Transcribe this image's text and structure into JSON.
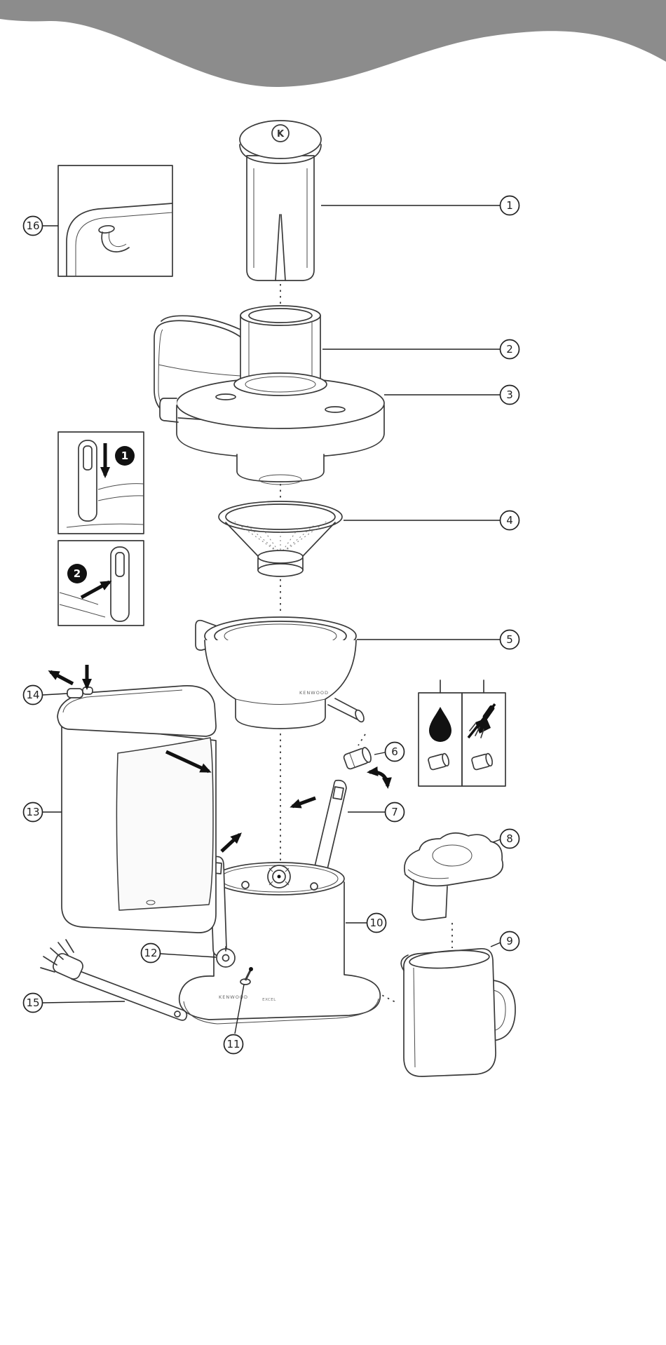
{
  "page": {
    "background": "#ffffff",
    "wave_color": "#8c8c8c",
    "line_color": "#3a3a3a"
  },
  "brand": {
    "logo_letter": "K",
    "name": "KENWOOD",
    "model": "EXCEL"
  },
  "callouts": [
    {
      "n": "1"
    },
    {
      "n": "2"
    },
    {
      "n": "3"
    },
    {
      "n": "4"
    },
    {
      "n": "5"
    },
    {
      "n": "6"
    },
    {
      "n": "7"
    },
    {
      "n": "8"
    },
    {
      "n": "9"
    },
    {
      "n": "10"
    },
    {
      "n": "11"
    },
    {
      "n": "12"
    },
    {
      "n": "13"
    },
    {
      "n": "14"
    },
    {
      "n": "15"
    },
    {
      "n": "16"
    }
  ],
  "steps": [
    {
      "n": "1"
    },
    {
      "n": "2"
    }
  ],
  "care_panel": {
    "left_icon": "water-drop",
    "right_icon": "no-scrub-brush"
  }
}
